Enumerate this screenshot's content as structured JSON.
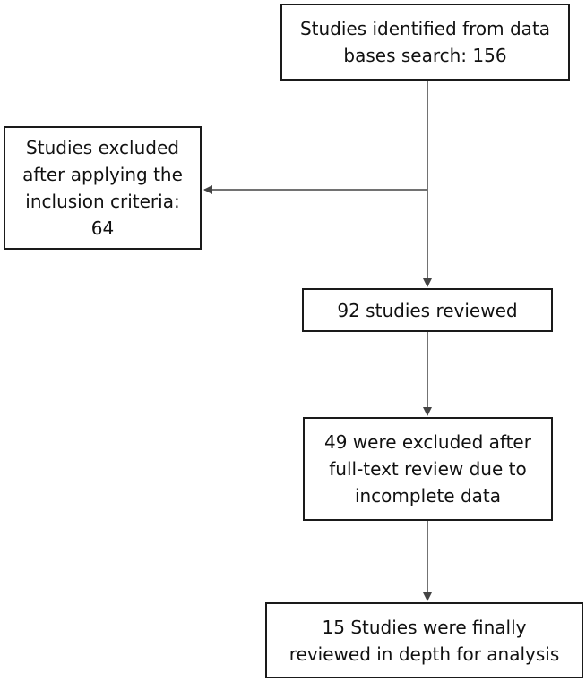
{
  "flowchart": {
    "identified": "Studies identified from data\nbases search: 156",
    "excluded": "Studies excluded\nafter applying the\ninclusion criteria:\n64",
    "reviewed": "92 studies reviewed",
    "fulltext_excluded": "49 were excluded after\nfull-text review due to\nincomplete data",
    "final": "15 Studies were finally\nreviewed in depth for analysis"
  },
  "colors": {
    "line": "#444444",
    "border": "#1a1a1a",
    "background": "#ffffff"
  }
}
